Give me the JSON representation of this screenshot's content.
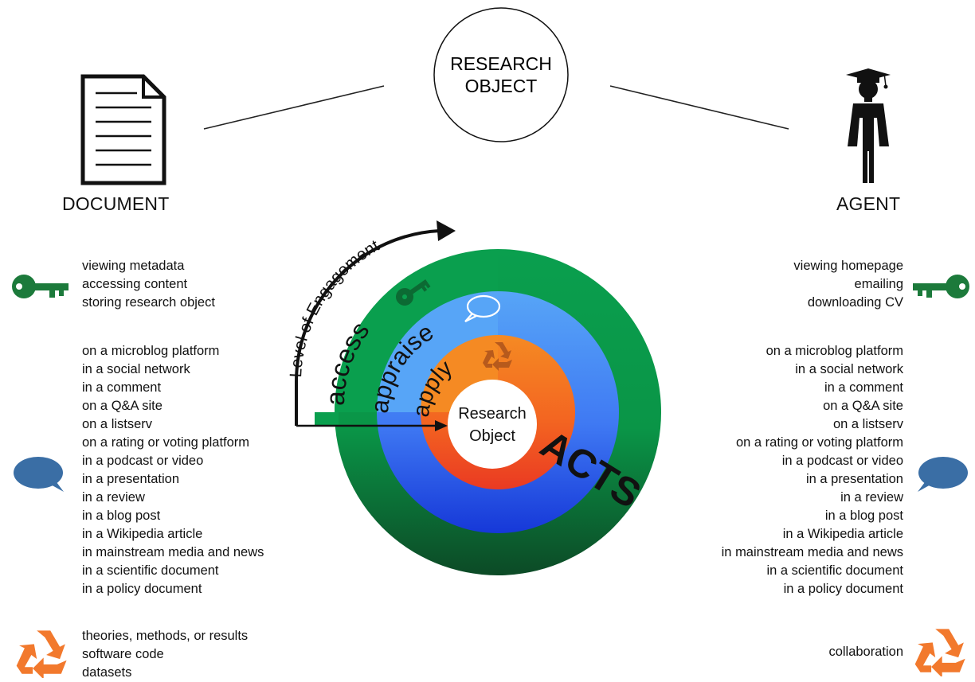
{
  "top": {
    "center_label_line1": "RESEARCH",
    "center_label_line2": "OBJECT",
    "left_label": "DOCUMENT",
    "right_label": "AGENT"
  },
  "diagram": {
    "level_of_engagement": "Level of Engagement",
    "ring_access": "access",
    "ring_appraise": "appraise",
    "ring_apply": "apply",
    "core_line1": "Research",
    "core_line2": "Object",
    "acts": "ACTS"
  },
  "icons": {
    "key": "key-icon",
    "speech": "speech-bubble-icon",
    "recycle": "recycle-icon",
    "document": "document-icon",
    "agent": "graduate-agent-icon"
  },
  "colors": {
    "access_green": "#0a9a4b",
    "appraise_blue": "#4f9ff4",
    "apply_orange": "#f47a1f",
    "key_green": "#1c7a3b",
    "speech_blue": "#3a6ea5",
    "recycle_orange": "#f2792d"
  },
  "left": {
    "access": [
      "viewing metadata",
      "accessing content",
      "storing research object"
    ],
    "appraise": [
      "on a microblog platform",
      "in a social network",
      "in a comment",
      "on a Q&A site",
      "on a listserv",
      "on a rating or voting platform",
      "in a podcast or video",
      "in a presentation",
      "in a review",
      "in a blog post",
      "in a Wikipedia article",
      "in mainstream media and news",
      "in a scientific document",
      "in a policy document"
    ],
    "apply": [
      "theories, methods, or results",
      "software code",
      "datasets"
    ]
  },
  "right": {
    "access": [
      "viewing homepage",
      "emailing",
      "downloading CV"
    ],
    "appraise": [
      "on a microblog platform",
      "in a social network",
      "in a comment",
      "on a Q&A site",
      "on a listserv",
      "on a rating or voting platform",
      "in a podcast or video",
      "in a presentation",
      "in a review",
      "in a blog post",
      "in a Wikipedia article",
      "in mainstream media and news",
      "in a scientific document",
      "in a policy document"
    ],
    "apply": [
      "collaboration"
    ]
  }
}
